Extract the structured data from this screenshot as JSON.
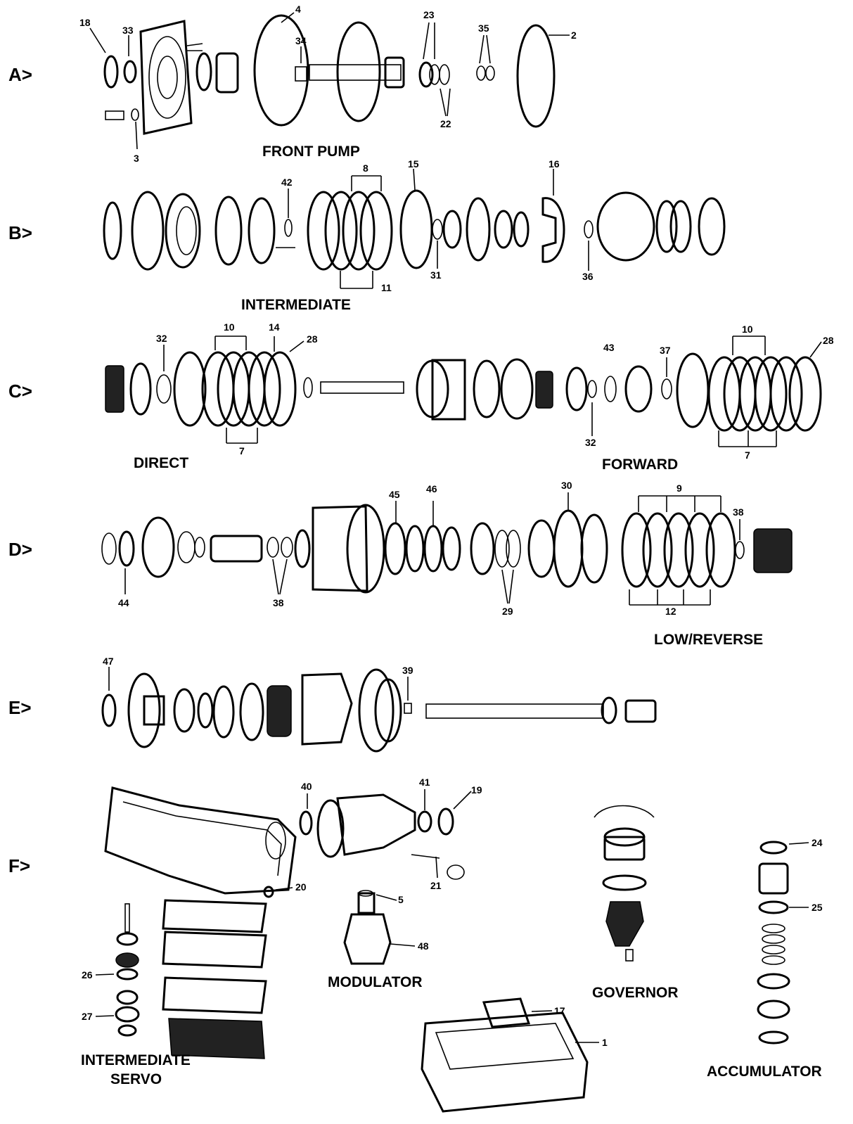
{
  "rows": {
    "A": {
      "label": "A>",
      "title": "FRONT PUMP",
      "numbers": [
        "18",
        "33",
        "4",
        "34",
        "23",
        "35",
        "2",
        "22",
        "3"
      ]
    },
    "B": {
      "label": "B>",
      "title": "INTERMEDIATE",
      "numbers": [
        "42",
        "8",
        "15",
        "16",
        "31",
        "11",
        "36"
      ]
    },
    "C": {
      "label": "C>",
      "title_left": "DIRECT",
      "title_right": "FORWARD",
      "numbers": [
        "32",
        "10",
        "14",
        "28",
        "43",
        "37",
        "10",
        "28",
        "7",
        "32",
        "7"
      ]
    },
    "D": {
      "label": "D>",
      "title": "LOW/REVERSE",
      "numbers": [
        "45",
        "46",
        "30",
        "9",
        "38",
        "44",
        "38",
        "29",
        "12"
      ]
    },
    "E": {
      "label": "E>",
      "numbers": [
        "47",
        "39"
      ]
    },
    "F": {
      "label": "F>",
      "numbers": [
        "40",
        "41",
        "19",
        "20",
        "5",
        "21",
        "48",
        "26",
        "27",
        "17",
        "1",
        "24",
        "25"
      ]
    }
  },
  "subassemblies": {
    "modulator": "MODULATOR",
    "governor": "GOVERNOR",
    "servo_line1": "INTERMEDIATE",
    "servo_line2": "SERVO",
    "accumulator": "ACCUMULATOR"
  }
}
